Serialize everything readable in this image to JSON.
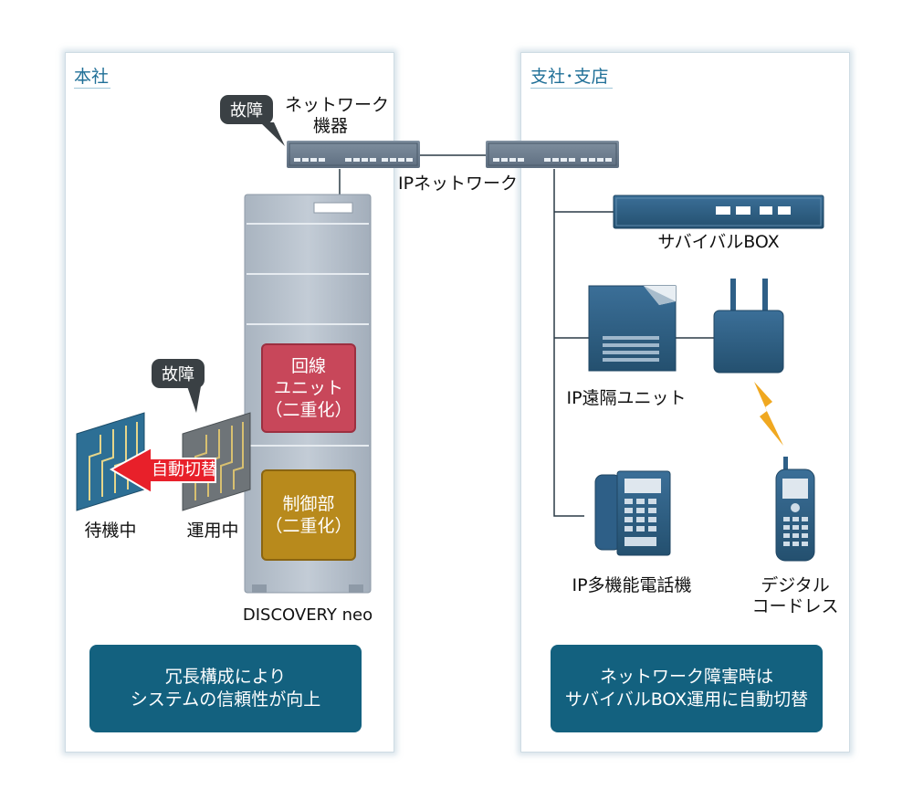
{
  "head_office": {
    "title": "本社"
  },
  "branch_office": {
    "title": "支社･支店"
  },
  "network": {
    "label": "IPネットワーク"
  },
  "network_equipment": {
    "line1": "ネットワーク",
    "line2": "機器"
  },
  "failure_badges": {
    "network": "故障",
    "board": "故障"
  },
  "server": {
    "name": "DISCOVERY neo",
    "line_unit": {
      "line1": "回線",
      "line2": "ユニット",
      "line3": "（二重化）"
    },
    "control_unit": {
      "line1": "制御部",
      "line2": "（二重化）"
    }
  },
  "boards": {
    "standby": "待機中",
    "active": "運用中",
    "switch_arrow": "自動切替"
  },
  "survival_box": {
    "label": "サバイバルBOX"
  },
  "remote_unit": {
    "label": "IP遠隔ユニット"
  },
  "multi_phone": {
    "label": "IP多機能電話機"
  },
  "cordless": {
    "line1": "デジタル",
    "line2": "コードレス"
  },
  "summary_left": {
    "line1": "冗長構成により",
    "line2": "システムの信頼性が向上"
  },
  "summary_right": {
    "line1": "ネットワーク障害時は",
    "line2": "サバイバルBOX運用に自動切替"
  },
  "colors": {
    "panel_title": "#1f6f97",
    "summary_bg": "#13617f",
    "line_unit": "#c8475a",
    "control_unit": "#b88a1c",
    "switch_arrow": "#e8202a",
    "device_blue": "#2e5f87",
    "server_body": "#b7c1cc",
    "bolt": "#f0a820"
  }
}
